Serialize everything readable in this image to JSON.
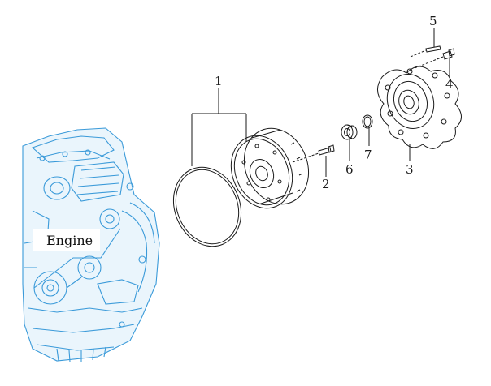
{
  "engine_label": "Engine",
  "colors": {
    "engine_outline": "#3a9ad9",
    "line": "#1a1a1a",
    "background": "#ffffff"
  },
  "callouts": [
    {
      "id": "1",
      "text": "1"
    },
    {
      "id": "2",
      "text": "2"
    },
    {
      "id": "3",
      "text": "3"
    },
    {
      "id": "4",
      "text": "4"
    },
    {
      "id": "5",
      "text": "5"
    },
    {
      "id": "6",
      "text": "6"
    },
    {
      "id": "7",
      "text": "7"
    }
  ]
}
